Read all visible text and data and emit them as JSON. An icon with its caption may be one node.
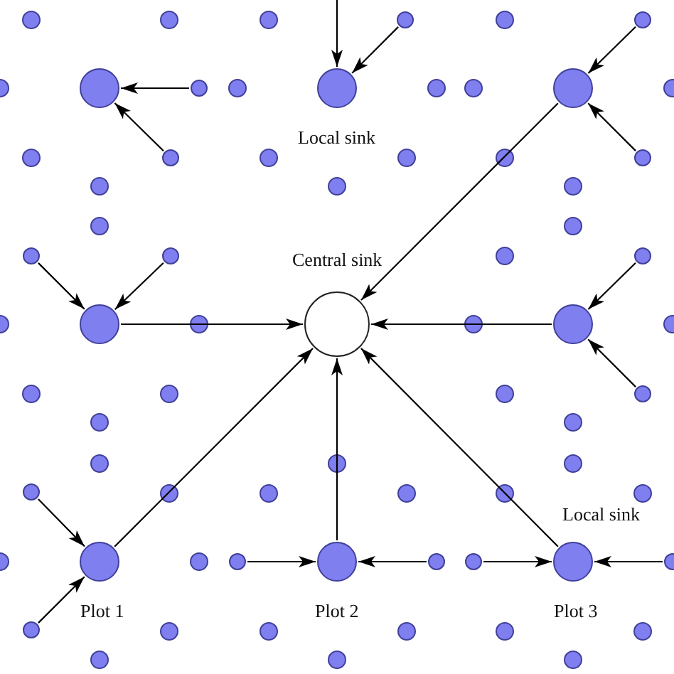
{
  "diagram": {
    "nodes": [
      {
        "text": [],
        "shape": "circle"
      },
      {
        "text": [],
        "shape": "circle"
      },
      {
        "text": [],
        "shape": "circle"
      },
      {
        "text": [],
        "shape": "circle"
      },
      {
        "text": [],
        "shape": "circle",
        "beside": [
          "Local sink"
        ]
      },
      {
        "text": [],
        "shape": "circle"
      },
      {
        "text": [],
        "shape": "circle"
      },
      {
        "text": [],
        "shape": "circle"
      },
      {
        "text": [],
        "shape": "circle"
      },
      {
        "text": [],
        "shape": "circle"
      },
      {
        "text": [],
        "shape": "circle"
      },
      {
        "text": [],
        "shape": "circle"
      },
      {
        "text": [],
        "shape": "circle",
        "beside": [
          "Central sink"
        ]
      },
      {
        "text": [],
        "shape": "circle"
      },
      {
        "text": [],
        "shape": "circle"
      },
      {
        "text": [],
        "shape": "circle"
      },
      {
        "text": [],
        "shape": "circle",
        "beside": [
          "Plot 1"
        ]
      },
      {
        "text": [],
        "shape": "circle"
      },
      {
        "text": [],
        "shape": "circle",
        "beside": [
          "Plot 2"
        ]
      },
      {
        "text": [],
        "shape": "circle"
      },
      {
        "text": [],
        "shape": "circle"
      },
      {
        "text": [],
        "shape": "circle",
        "beside": [
          "Local sink",
          "Plot 3"
        ]
      },
      {
        "text": [],
        "shape": "circle"
      },
      {
        "text": [],
        "shape": "circle"
      }
    ],
    "edges": [
      {
        "from": 3,
        "to": 2,
        "arrow": "to"
      },
      {
        "from": 6,
        "to": 2,
        "arrow": "to"
      },
      {
        "from": null,
        "to": 4,
        "arrow": "to"
      },
      {
        "from": 0,
        "to": 4,
        "arrow": "to"
      },
      {
        "from": 1,
        "to": 5,
        "arrow": "to"
      },
      {
        "from": 7,
        "to": 5,
        "arrow": "to"
      },
      {
        "from": 5,
        "to": 12,
        "arrow": "to"
      },
      {
        "from": 8,
        "to": 11,
        "arrow": "to"
      },
      {
        "from": 9,
        "to": 11,
        "arrow": "to"
      },
      {
        "from": 11,
        "to": 12,
        "arrow": "to"
      },
      {
        "from": 10,
        "to": 13,
        "arrow": "to"
      },
      {
        "from": 14,
        "to": 13,
        "arrow": "to"
      },
      {
        "from": 13,
        "to": 12,
        "arrow": "to"
      },
      {
        "from": 15,
        "to": 16,
        "arrow": "to"
      },
      {
        "from": 23,
        "to": 16,
        "arrow": "to"
      },
      {
        "from": 16,
        "to": 12,
        "arrow": "to"
      },
      {
        "from": 17,
        "to": 18,
        "arrow": "to"
      },
      {
        "from": 19,
        "to": 18,
        "arrow": "to"
      },
      {
        "from": 18,
        "to": 12,
        "arrow": "to"
      },
      {
        "from": 20,
        "to": 21,
        "arrow": "to"
      },
      {
        "from": 22,
        "to": 21,
        "arrow": "to"
      },
      {
        "from": 21,
        "to": 12,
        "arrow": "to"
      }
    ]
  }
}
